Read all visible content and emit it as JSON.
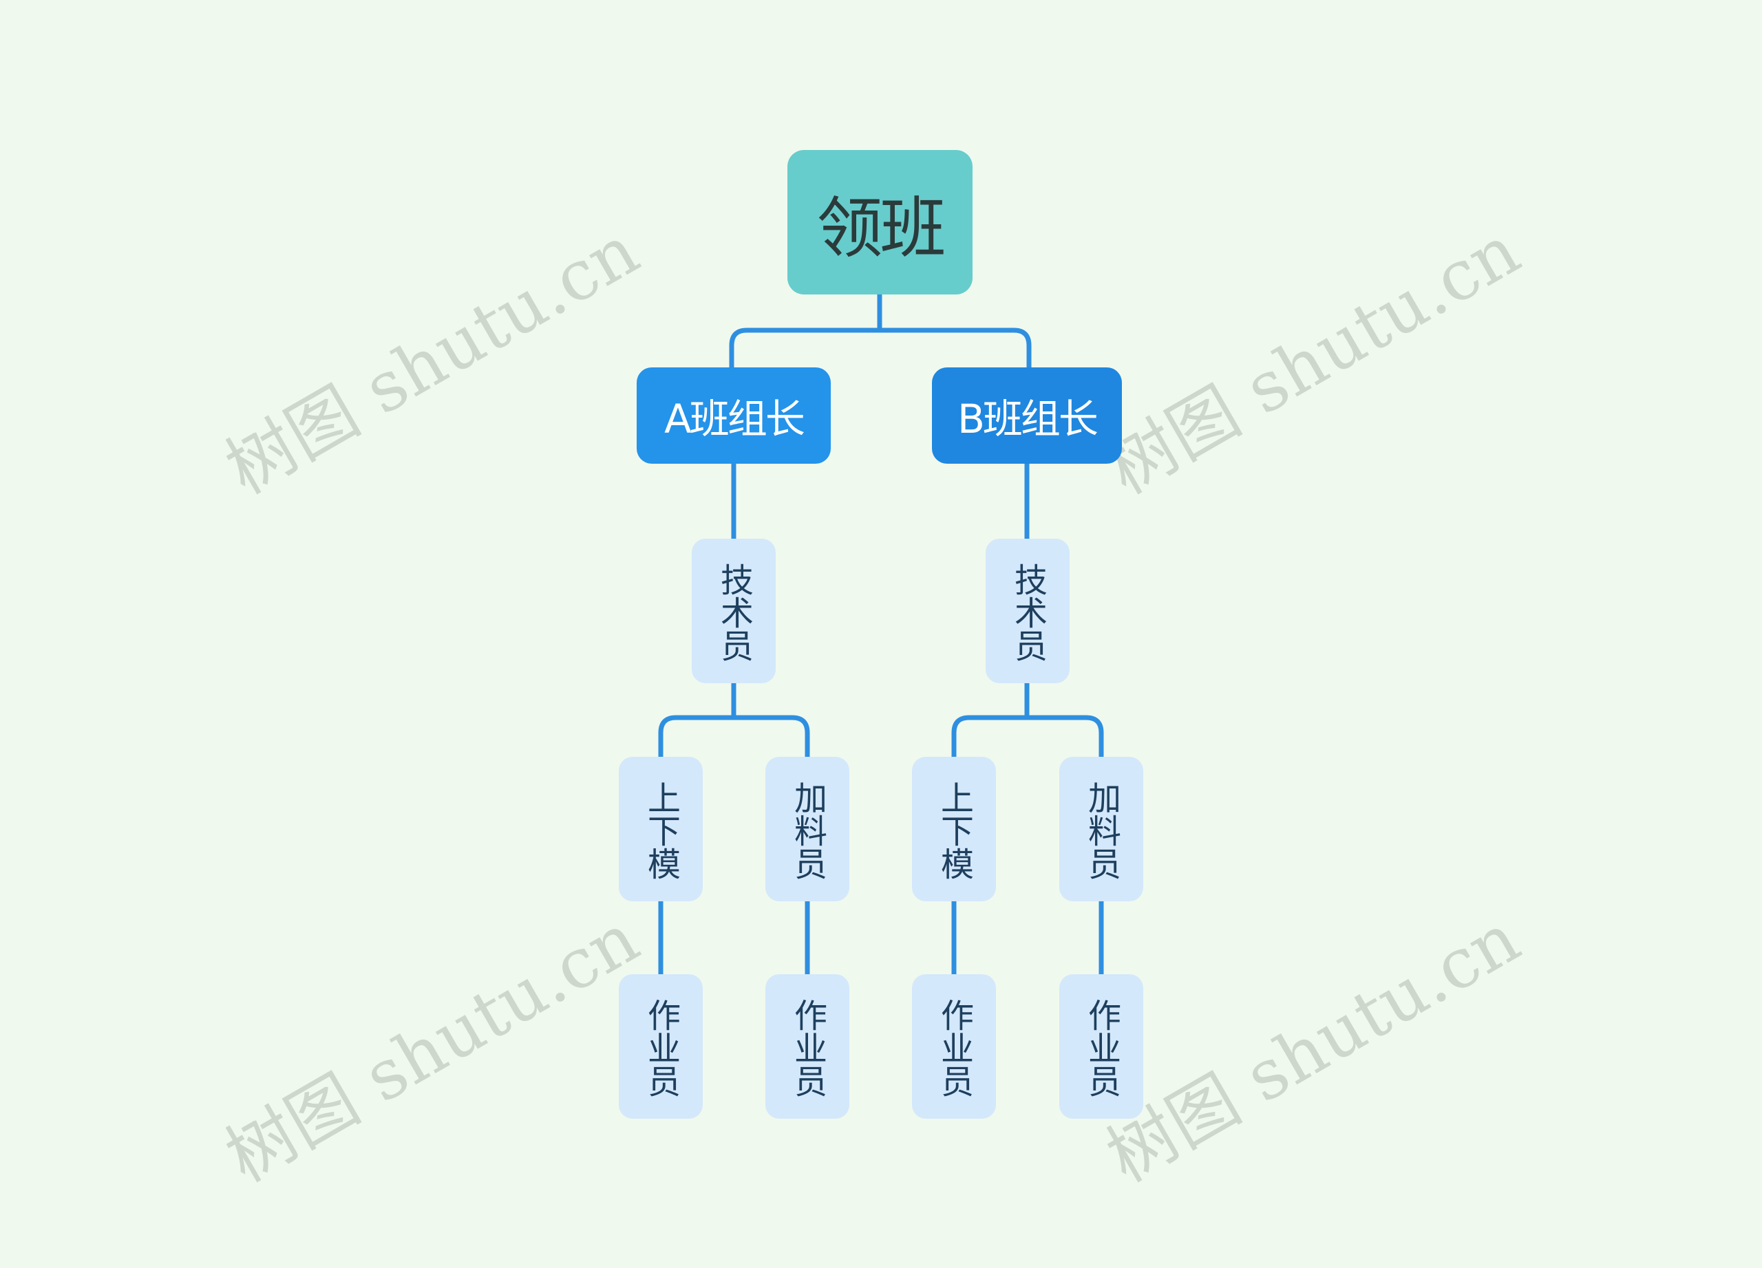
{
  "colors": {
    "background": "#F0F9EE",
    "root_fill": "#67CCCC",
    "leader_fill": "#2493EA",
    "leaf_fill": "#D4E8FB",
    "connector": "#2E8FE0"
  },
  "diagram": {
    "root": {
      "label": "领班"
    },
    "leader_a": {
      "label": "A班组长",
      "tech": {
        "label": "技术员",
        "mold": {
          "label": "上下模",
          "worker": {
            "label": "作业员"
          }
        },
        "feeder": {
          "label": "加料员",
          "worker": {
            "label": "作业员"
          }
        }
      }
    },
    "leader_b": {
      "label": "B班组长",
      "tech": {
        "label": "技术员",
        "mold": {
          "label": "上下模",
          "worker": {
            "label": "作业员"
          }
        },
        "feeder": {
          "label": "加料员",
          "worker": {
            "label": "作业员"
          }
        }
      }
    }
  },
  "watermark": {
    "text": "树图 shutu.cn"
  }
}
